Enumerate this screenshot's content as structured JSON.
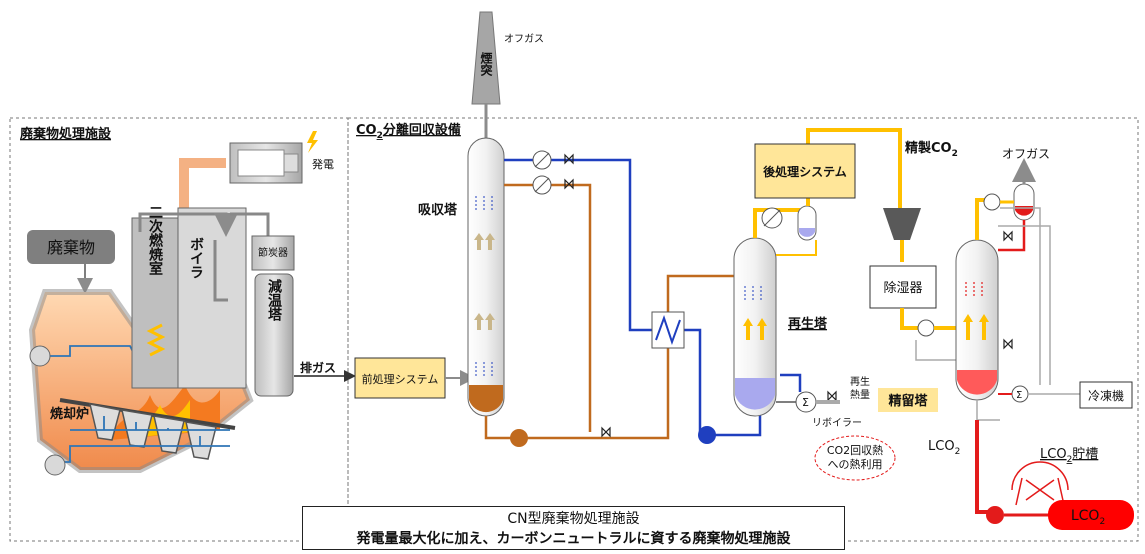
{
  "sections": {
    "waste_facility": "廃棄物処理施設",
    "co2_facility_prefix": "CO",
    "co2_facility_sub": "2",
    "co2_facility_suffix": "分離回収設備"
  },
  "labels": {
    "stack": "煙突",
    "offgas_top": "オフガス",
    "power": "発電",
    "waste": "廃棄物",
    "secondary_chamber": "二次燃焼室",
    "boiler": "ボイラ",
    "economizer": "節炭器",
    "cooling_tower": "減温塔",
    "incinerator": "焼却炉",
    "exhaust_gas": "排ガス",
    "pretreatment": "前処理システム",
    "absorber": "吸収塔",
    "post_treatment": "後処理システム",
    "purified_co2": "精製CO",
    "purified_co2_sub": "2",
    "regenerator": "再生塔",
    "reboiler": "リボイラー",
    "regen_heat_1": "再生",
    "regen_heat_2": "熱量",
    "heat_use_1": "CO2回収熱",
    "heat_use_2": "への熱利用",
    "dehumidifier": "除湿器",
    "offgas_right": "オフガス",
    "distillation": "精留塔",
    "refrigerator": "冷凍機",
    "lco2": "LCO",
    "lco2_sub": "2",
    "lco2_tank": "LCO",
    "lco2_tank_sub": "2",
    "lco2_tank_suffix": "貯槽",
    "lco2_product": "LCO",
    "lco2_product_sub": "2"
  },
  "caption": {
    "line1": "CN型廃棄物処理施設",
    "line2": "発電量最大化に加え、カーボンニュートラルに資する廃棄物処理施設"
  },
  "colors": {
    "flue": "#8c8c8c",
    "steam": "#f4b183",
    "amine_blue": "#1f3fbf",
    "amine_brown": "#c06a1e",
    "co2_yellow": "#ffc000",
    "lco2_red": "#e31b1b",
    "box_yellow": "#ffe699"
  }
}
